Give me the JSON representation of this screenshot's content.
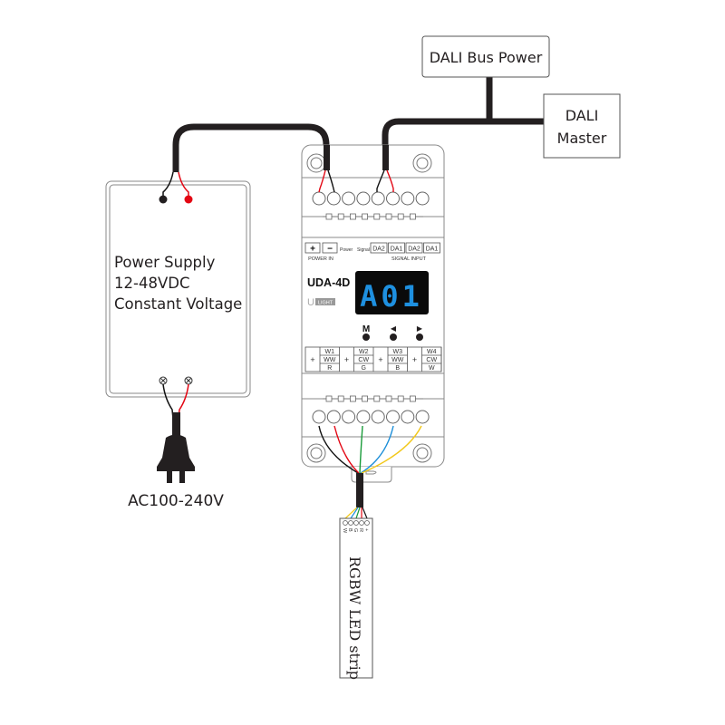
{
  "diagram": {
    "title": "UDA-4D DALI RGBW LED controller wiring diagram",
    "dali_bus_power": {
      "label": "DALI Bus Power"
    },
    "dali_master": {
      "label_line1": "DALI",
      "label_line2": "Master"
    },
    "power_supply": {
      "line1": "Power Supply",
      "line2": "12-48VDC",
      "line3": "Constant Voltage"
    },
    "ac_input": {
      "label": "AC100-240V"
    },
    "controller": {
      "model": "UDA-4D",
      "brand": "LIGHT",
      "brand_prefix": "U",
      "display_value": "A01",
      "display_color": "#1e90e0",
      "power_in": {
        "plus": "+",
        "minus": "−",
        "power_label": "Power",
        "group_label": "POWER IN"
      },
      "signal": {
        "signal_label": "Signal",
        "terminals": [
          "DA2",
          "DA1",
          "DA2",
          "DA1"
        ],
        "group_label": "SIGNAL INPUT"
      },
      "buttons": [
        {
          "label": "M",
          "icon": "menu"
        },
        {
          "label": "◀",
          "icon": "left-arrow"
        },
        {
          "label": "▶",
          "icon": "right-arrow"
        }
      ],
      "outputs": [
        {
          "plus": "+",
          "channel": "W1",
          "mode_a": "WW",
          "mode_b": "R"
        },
        {
          "plus": "+",
          "channel": "W2",
          "mode_a": "CW",
          "mode_b": "G"
        },
        {
          "plus": "+",
          "channel": "W3",
          "mode_a": "WW",
          "mode_b": "B"
        },
        {
          "plus": "+",
          "channel": "W4",
          "mode_a": "CW",
          "mode_b": "W"
        }
      ]
    },
    "led_strip": {
      "label": "RGBW LED strip",
      "pins": [
        "+",
        "R",
        "G",
        "B",
        "W"
      ]
    },
    "wire_colors": {
      "black": "#111111",
      "red": "#e30613",
      "green": "#1a9b3a",
      "blue": "#1c8ed8",
      "yellow": "#f2c81a"
    }
  }
}
